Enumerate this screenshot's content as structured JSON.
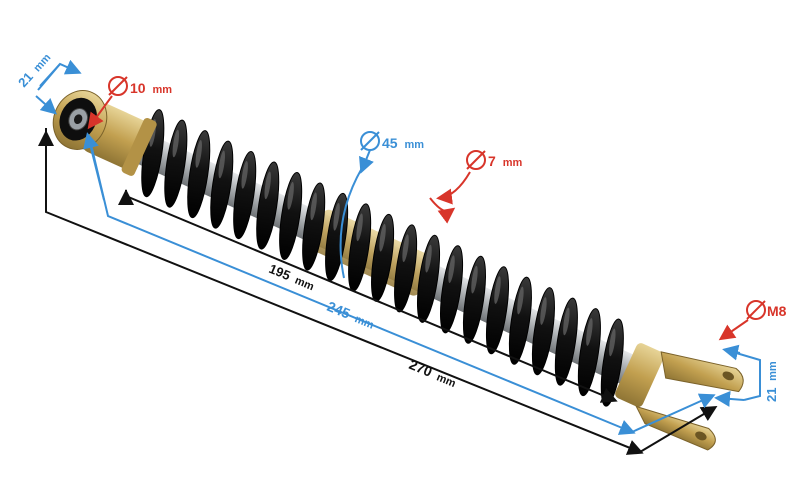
{
  "colors": {
    "black_dim": "#111111",
    "blue_dim": "#3a8fd6",
    "red_dim": "#d8352a",
    "spring": "#151515",
    "metal": "#c9a85a",
    "rod": "#b9bcbf"
  },
  "labels": {
    "eye_width_top": {
      "value": "21",
      "unit": "mm"
    },
    "eye_bore": {
      "value": "10",
      "unit": "mm"
    },
    "spring_diameter": {
      "value": "45",
      "unit": "mm"
    },
    "wire_diameter": {
      "value": "7",
      "unit": "mm"
    },
    "bolt_thread": {
      "value": "M8",
      "unit": ""
    },
    "fork_width": {
      "value": "21",
      "unit": "mm"
    },
    "length_195": {
      "value": "195",
      "unit": "mm"
    },
    "length_245": {
      "value": "245",
      "unit": "mm"
    },
    "length_270": {
      "value": "270",
      "unit": "mm"
    }
  },
  "icons": {
    "diameter": "diameter-icon"
  }
}
